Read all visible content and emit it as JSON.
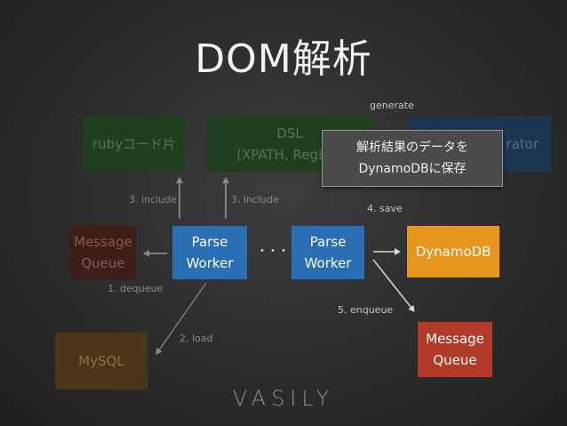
{
  "slide": {
    "title": "DOM解析",
    "logo_text": "VASILY"
  },
  "boxes": {
    "ruby": "rubyコード片",
    "dsl_line1": "DSL",
    "dsl_line2": "(XPATH, RegExp",
    "generator_tail": "rator",
    "message_queue_left_line1": "Message",
    "message_queue_left_line2": "Queue",
    "parse_worker_left_line1": "Parse",
    "parse_worker_left_line2": "Worker",
    "ellipsis": "・・・",
    "parse_worker_right_line1": "Parse",
    "parse_worker_right_line2": "Worker",
    "dynamodb": "DynamoDB",
    "mysql": "MySQL",
    "message_queue_right_line1": "Message",
    "message_queue_right_line2": "Queue"
  },
  "popup": {
    "line1": "解析結果のデータを",
    "line2": "DynamoDBに保存"
  },
  "labels": {
    "generate": "generate",
    "include_left": "3. include",
    "include_right": "3. include",
    "save": "4. save",
    "dequeue": "1. dequeue",
    "load": "2. load",
    "enqueue": "5. enqueue"
  },
  "colors": {
    "parse_worker": "#2a6fb5",
    "dynamodb": "#e6951e",
    "message_queue": "#b23a28",
    "ruby_dim": "#1f3f20",
    "mysql_dim": "#4a3516"
  }
}
